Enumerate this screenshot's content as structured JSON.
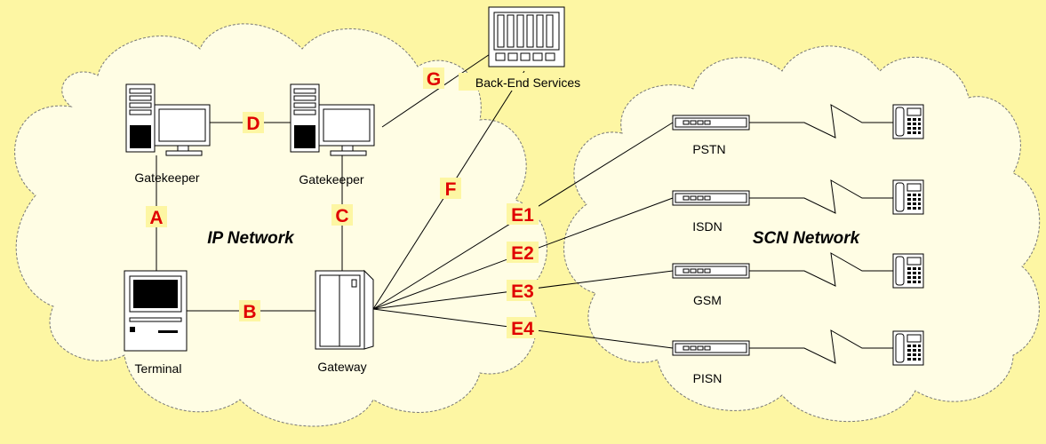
{
  "colors": {
    "background": "#fdf6a3",
    "cloud": "#fffde4",
    "reference_label": "#e00000"
  },
  "networks": {
    "ip": "IP Network",
    "scn": "SCN Network"
  },
  "devices": {
    "gatekeeper1": "Gatekeeper",
    "gatekeeper2": "Gatekeeper",
    "terminal": "Terminal",
    "gateway": "Gateway",
    "backend": "Back-End Services",
    "pstn": "PSTN",
    "isdn": "ISDN",
    "gsm": "GSM",
    "pisn": "PISN"
  },
  "interfaces": {
    "a": "A",
    "b": "B",
    "c": "C",
    "d": "D",
    "f": "F",
    "g": "G",
    "e1": "E1",
    "e2": "E2",
    "e3": "E3",
    "e4": "E4"
  },
  "icons": [
    "server-pc-icon",
    "macintosh-terminal-icon",
    "gateway-cabinet-icon",
    "equipment-rack-icon",
    "modem-icon",
    "zigzag-link-icon",
    "telephone-icon"
  ]
}
